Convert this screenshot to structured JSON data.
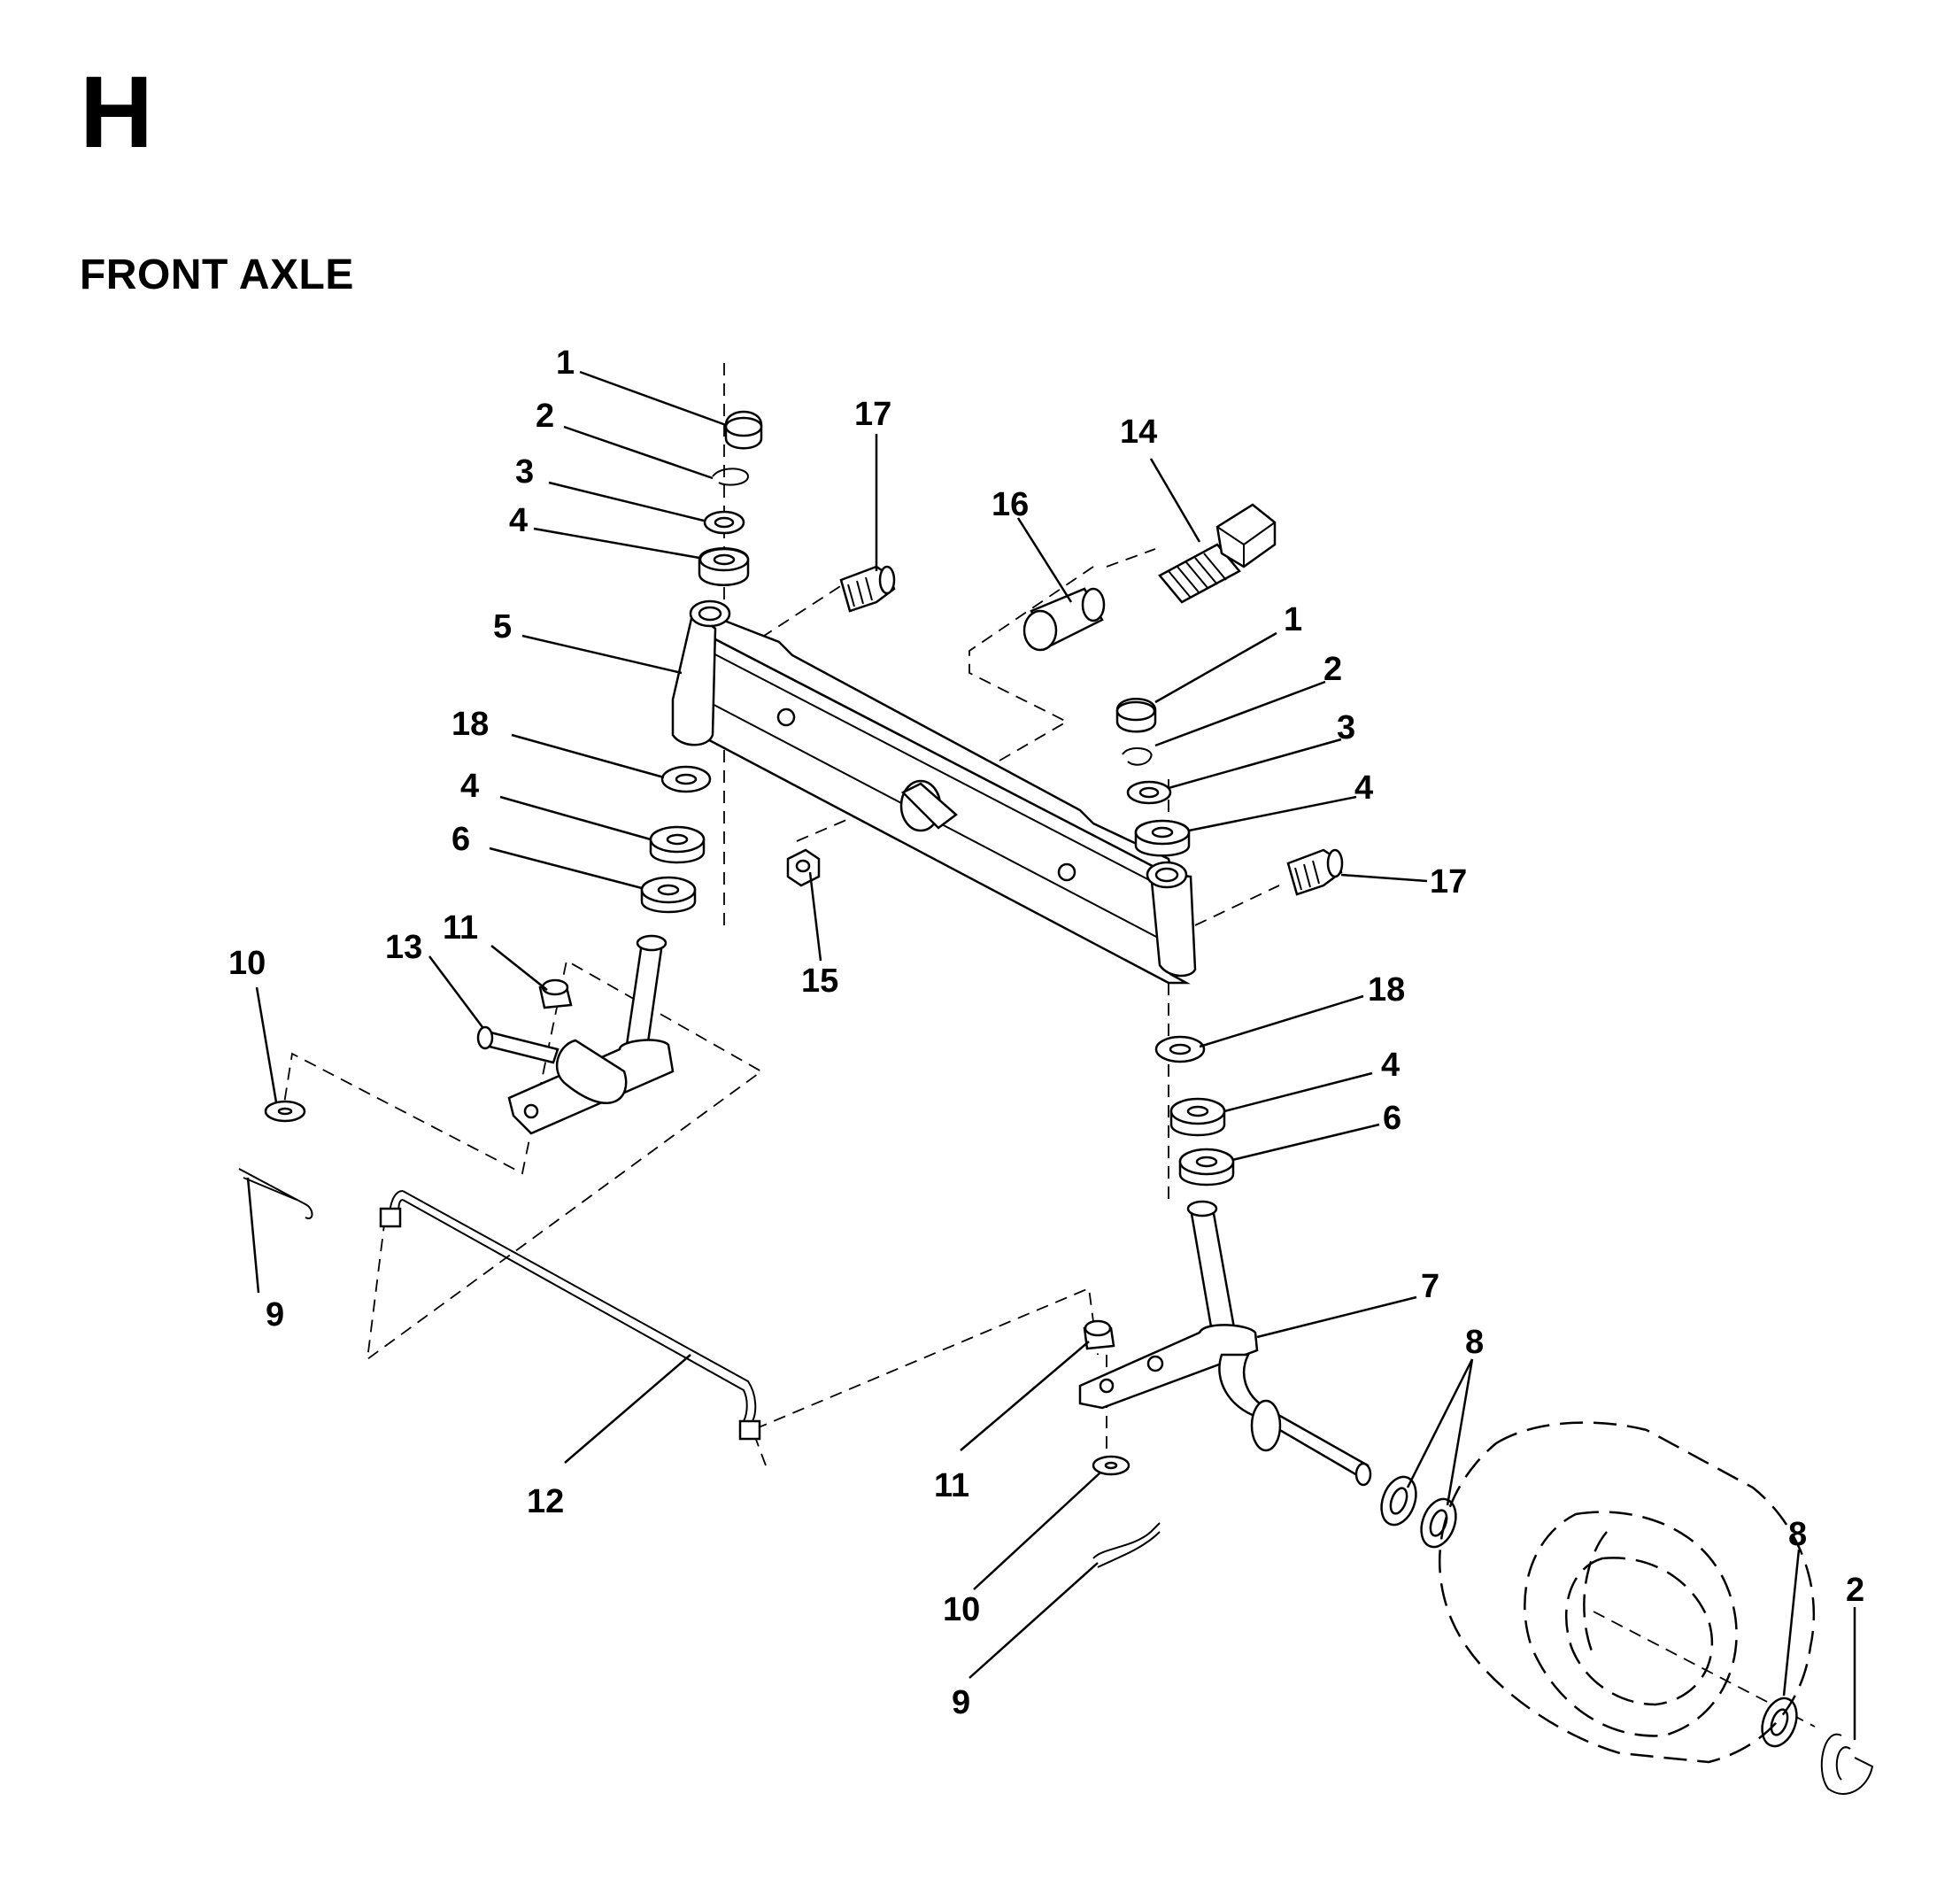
{
  "page": {
    "section_letter": "H",
    "title": "FRONT AXLE"
  },
  "callouts": {
    "c1a": "1",
    "c2a": "2",
    "c3a": "3",
    "c4a": "4",
    "c5": "5",
    "c18a": "18",
    "c4b": "4",
    "c6a": "6",
    "c11a": "11",
    "c13": "13",
    "c10a": "10",
    "c9a": "9",
    "c12": "12",
    "c15": "15",
    "c17a": "17",
    "c16": "16",
    "c14": "14",
    "c1b": "1",
    "c2b": "2",
    "c3b": "3",
    "c4c": "4",
    "c17b": "17",
    "c18b": "18",
    "c4d": "4",
    "c6b": "6",
    "c7": "7",
    "c8a": "8",
    "c11b": "11",
    "c10b": "10",
    "c9b": "9",
    "c8b": "8",
    "c2c": "2"
  }
}
